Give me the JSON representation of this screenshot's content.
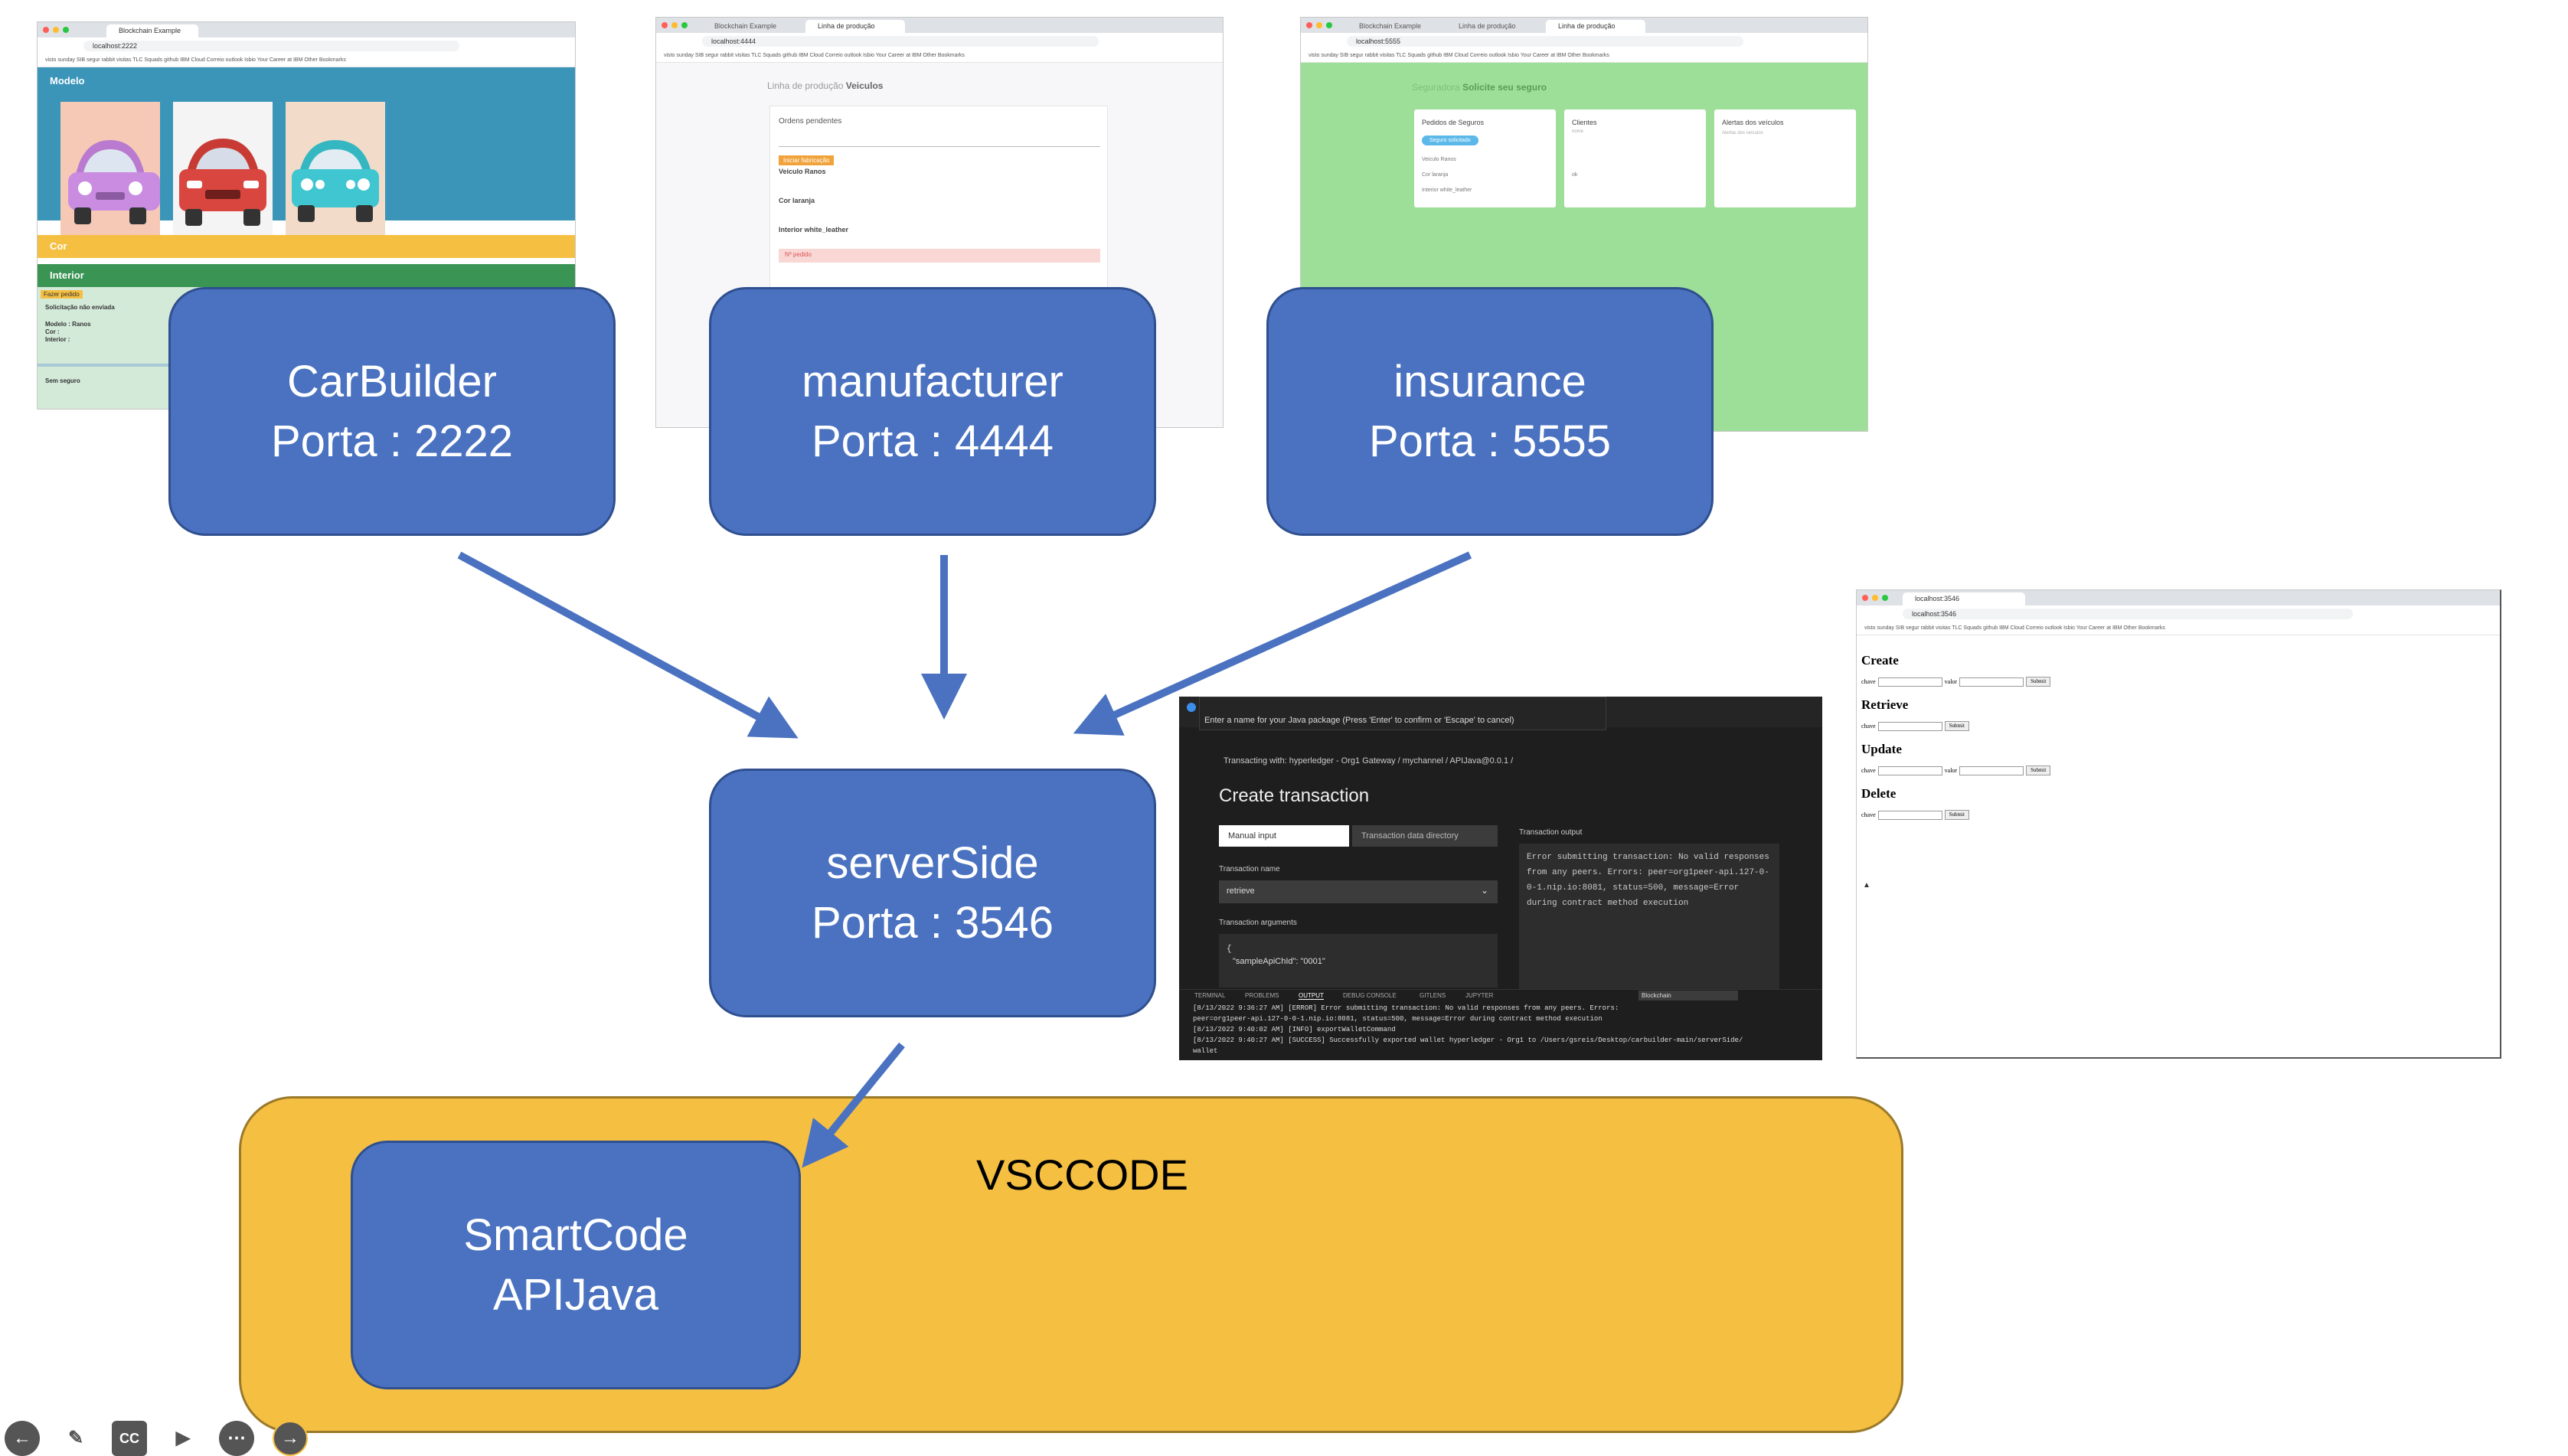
{
  "boxes": {
    "carbuilder": {
      "name": "CarBuilder",
      "port": "Porta : 2222"
    },
    "manufacturer": {
      "name": "manufacturer",
      "port": "Porta : 4444"
    },
    "insurance": {
      "name": "insurance",
      "port": "Porta : 5555"
    },
    "serverside": {
      "name": "serverSide",
      "port": "Porta : 3546"
    },
    "smartcode": {
      "name": "SmartCode",
      "sub": "APIJava"
    }
  },
  "vsccode_label": "VSCCODE",
  "shot1": {
    "tab": "Blockchain Example",
    "url": "localhost:2222",
    "bookmarks": "visto  sunday  SIB  segur  rabbit  visitas  TLC Squads  github  IBM Cloud  Correio  outlook  Isbio  Your Career at IBM     Other Bookmarks",
    "modelo": "Modelo",
    "cor": "Cor",
    "interior": "Interior",
    "badge": "Fazer pedido",
    "line1": "Solicitação não enviada",
    "line2": "Modelo : Ranos",
    "line3": "Cor :",
    "line4": "Interior :",
    "line5": "Sem seguro"
  },
  "shot2": {
    "tab1": "Blockchain Example",
    "tab2": "Linha de produção",
    "url": "localhost:4444",
    "bookmarks": "visto  sunday  SIB  segur  rabbit  visitas  TLC Squads  github  IBM Cloud  Correio  outlook  Isbio  Your Career at IBM     Other Bookmarks",
    "title_prefix": "Linha de produção",
    "title_bold": "Veiculos",
    "section": "Ordens pendentes",
    "button": "Iniciar fabricação",
    "line1": "Veiculo Ranos",
    "line2": "Cor laranja",
    "line3": "Interior white_leather",
    "warn": "Nº pedido"
  },
  "shot3": {
    "tab1": "Blockchain Example",
    "tab2": "Linha de produção",
    "tab3": "Linha de produção",
    "url": "localhost:5555",
    "bookmarks": "visto  sunday  SIB  segur  rabbit  visitas  TLC Squads  github  IBM Cloud  Correio  outlook  Isbio  Your Career at IBM     Other Bookmarks",
    "title_prefix": "Seguradora",
    "title_bold": "Solicite seu seguro",
    "card1_title": "Pedidos de Seguros",
    "card1_button": "Seguro solicitado",
    "card1_l1": "Veiculo Ranos",
    "card1_l2": "Cor laranja",
    "card1_l3": "Interior white_leather",
    "card2_title": "Clientes",
    "card2_sub": "nome",
    "card2_val": "ok",
    "card3_title": "Alertas dos veículos",
    "card3_sub": "Alertas dos veículos"
  },
  "shot4": {
    "tab": "localhost:3546",
    "url": "localhost:3546",
    "bookmarks": "visto  sunday  SIB  segur  rabbit  visitas  TLC Squads  github  IBM Cloud  Correio  outlook  Isbio  Your Career at IBM     Other Bookmarks",
    "create": "Create",
    "retrieve": "Retrieve",
    "update": "Update",
    "delete": "Delete",
    "chave": "chave",
    "valor": "valor",
    "submit": "Submit"
  },
  "vscode": {
    "prompt": "Enter a name for your Java package (Press 'Enter' to confirm or 'Escape' to cancel)",
    "breadcrumb": "Transacting with: hyperledger - Org1 Gateway  /  mychannel  /  APIJava@0.0.1  /",
    "title": "Create transaction",
    "tab_manual": "Manual input",
    "tab_dir": "Transaction data directory",
    "name_label": "Transaction name",
    "name_value": "retrieve",
    "args_label": "Transaction arguments",
    "args_line1": "{",
    "args_line2": "\"sampleApiChId\": \"0001\"",
    "output_label": "Transaction output",
    "output_text": "Error submitting transaction: No valid responses from any peers. Errors: peer=org1peer-api.127-0-0-1.nip.io:8081, status=500, message=Error during contract method execution",
    "panel_tabs": [
      "TERMINAL",
      "PROBLEMS",
      "OUTPUT",
      "DEBUG CONSOLE",
      "GITLENS",
      "JUPYTER"
    ],
    "dropdown": "Blockchain",
    "log1": "[8/13/2022 9:36:27 AM] [ERROR] Error submitting transaction: No valid responses from any peers. Errors:",
    "log2": "    peer=org1peer-api.127-0-0-1.nip.io:8081, status=500, message=Error during contract method execution",
    "log3": "[8/13/2022 9:40:02 AM] [INFO] exportWalletCommand",
    "log4": "[8/13/2022 9:40:27 AM] [SUCCESS] Successfully exported wallet hyperledger - Org1 to /Users/gsreis/Desktop/carbuilder-main/serverSide/",
    "log5": "wallet"
  },
  "controls": [
    "back-icon",
    "pen-icon",
    "cc-icon",
    "camera-icon",
    "more-icon",
    "forward-icon"
  ],
  "colors": {
    "box": "#4a72c0",
    "box_border": "#2f4f8f",
    "vscode_container": "#f5bf42",
    "arrow": "#4a72c0",
    "insurance_bg": "#9ddf98",
    "carbuilder_bg": "#3a95b8"
  }
}
